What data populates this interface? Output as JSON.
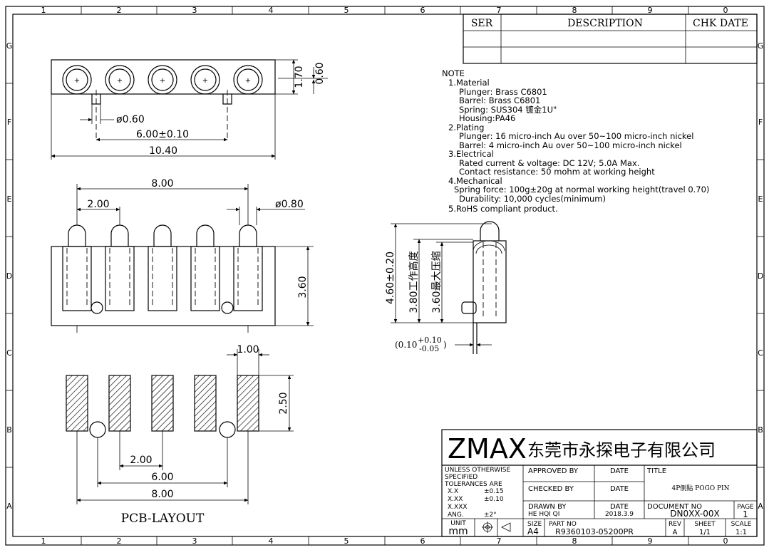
{
  "border": {
    "columns": [
      "1",
      "2",
      "3",
      "4",
      "5",
      "6",
      "7",
      "8",
      "9",
      "0"
    ],
    "rows": [
      "G",
      "F",
      "E",
      "D",
      "C",
      "B",
      "A"
    ]
  },
  "revision_table": {
    "ser": "SER",
    "description": "DESCRIPTION",
    "chk_date": "CHK DATE"
  },
  "notes": {
    "heading": "NOTE",
    "lines": [
      "1.Material",
      "Plunger: Brass  C6801",
      "Barrel: Brass   C6801",
      "Spring: SUS304  镀金1U\"",
      "Housing:PA46",
      "2.Plating",
      "Plunger: 16 micro-inch   Au over 50~100 micro-inch nickel",
      "Barrel:  4 micro-inch   Au over 50~100 micro-inch nickel",
      "3.Electrical",
      "Rated current & voltage: DC 12V; 5.0A Max.",
      "Contact resistance: 50 mohm at working height",
      "4.Mechanical",
      "Spring force: 100g±20g at normal working height(travel 0.70)",
      "Durability: 10,000 cycles(minimum)",
      "5.RoHS compliant product."
    ]
  },
  "top_view": {
    "h_total": "1.70",
    "h_pin": "0.60",
    "peg_dia": "ø0.60",
    "peg_pitch": "6.00±0.10",
    "width": "10.40"
  },
  "front_view": {
    "span": "8.00",
    "pitch": "2.00",
    "tip_dia": "ø0.80",
    "height": "3.60"
  },
  "side_view": {
    "total_h": "4.60±0.20",
    "work_h": "3.80工作高度",
    "max_compress": "3.60最大压缩",
    "offset_main": "(0.10",
    "offset_plus": "+0.10",
    "offset_minus": "-0.05",
    "offset_close": ")"
  },
  "pcb_layout": {
    "pad_w": "1.00",
    "pad_h": "2.50",
    "pitch": "2.00",
    "hole_span": "6.00",
    "span": "8.00",
    "caption": "PCB-LAYOUT"
  },
  "title_block": {
    "logo": "ZMAX",
    "company": "东莞市永探电子有限公司",
    "tol_1": "UNLESS OTHERWISE",
    "tol_2": "SPECIFIED",
    "tol_3": "TOLERANCES ARE",
    "tol_x": "X.X",
    "tol_x_v": "±0.15",
    "tol_xx": "X.XX",
    "tol_xx_v": "±0.10",
    "tol_xxx": "X.XXX",
    "tol_ang": "ANG.",
    "tol_ang_v": "±2°",
    "approved_by": "APPROVED BY",
    "date_1": "DATE",
    "checked_by": "CHECKED BY",
    "date_2": "DATE",
    "drawn_by": "DRAWN BY",
    "drawn_name": "HE HQI QI",
    "date_3": "DATE",
    "drawn_date": "2018.3.9",
    "title_label": "TITLE",
    "title_value": "4P侧贴 POGO PIN",
    "document_no": "DOCUMENT NO",
    "document_value": "DN0XX-00X",
    "page_label": "PAGE",
    "page_value": "1",
    "unit_label": "UNIT",
    "unit_value": "mm",
    "size_label": "SIZE",
    "size_value": "A4",
    "part_no_label": "PART NO",
    "part_no_value": "R9360103-05200PR",
    "rev_label": "REV",
    "rev_value": "A",
    "sheet_label": "SHEET",
    "sheet_value": "1/1",
    "scale_label": "SCALE",
    "scale_value": "1:1"
  }
}
